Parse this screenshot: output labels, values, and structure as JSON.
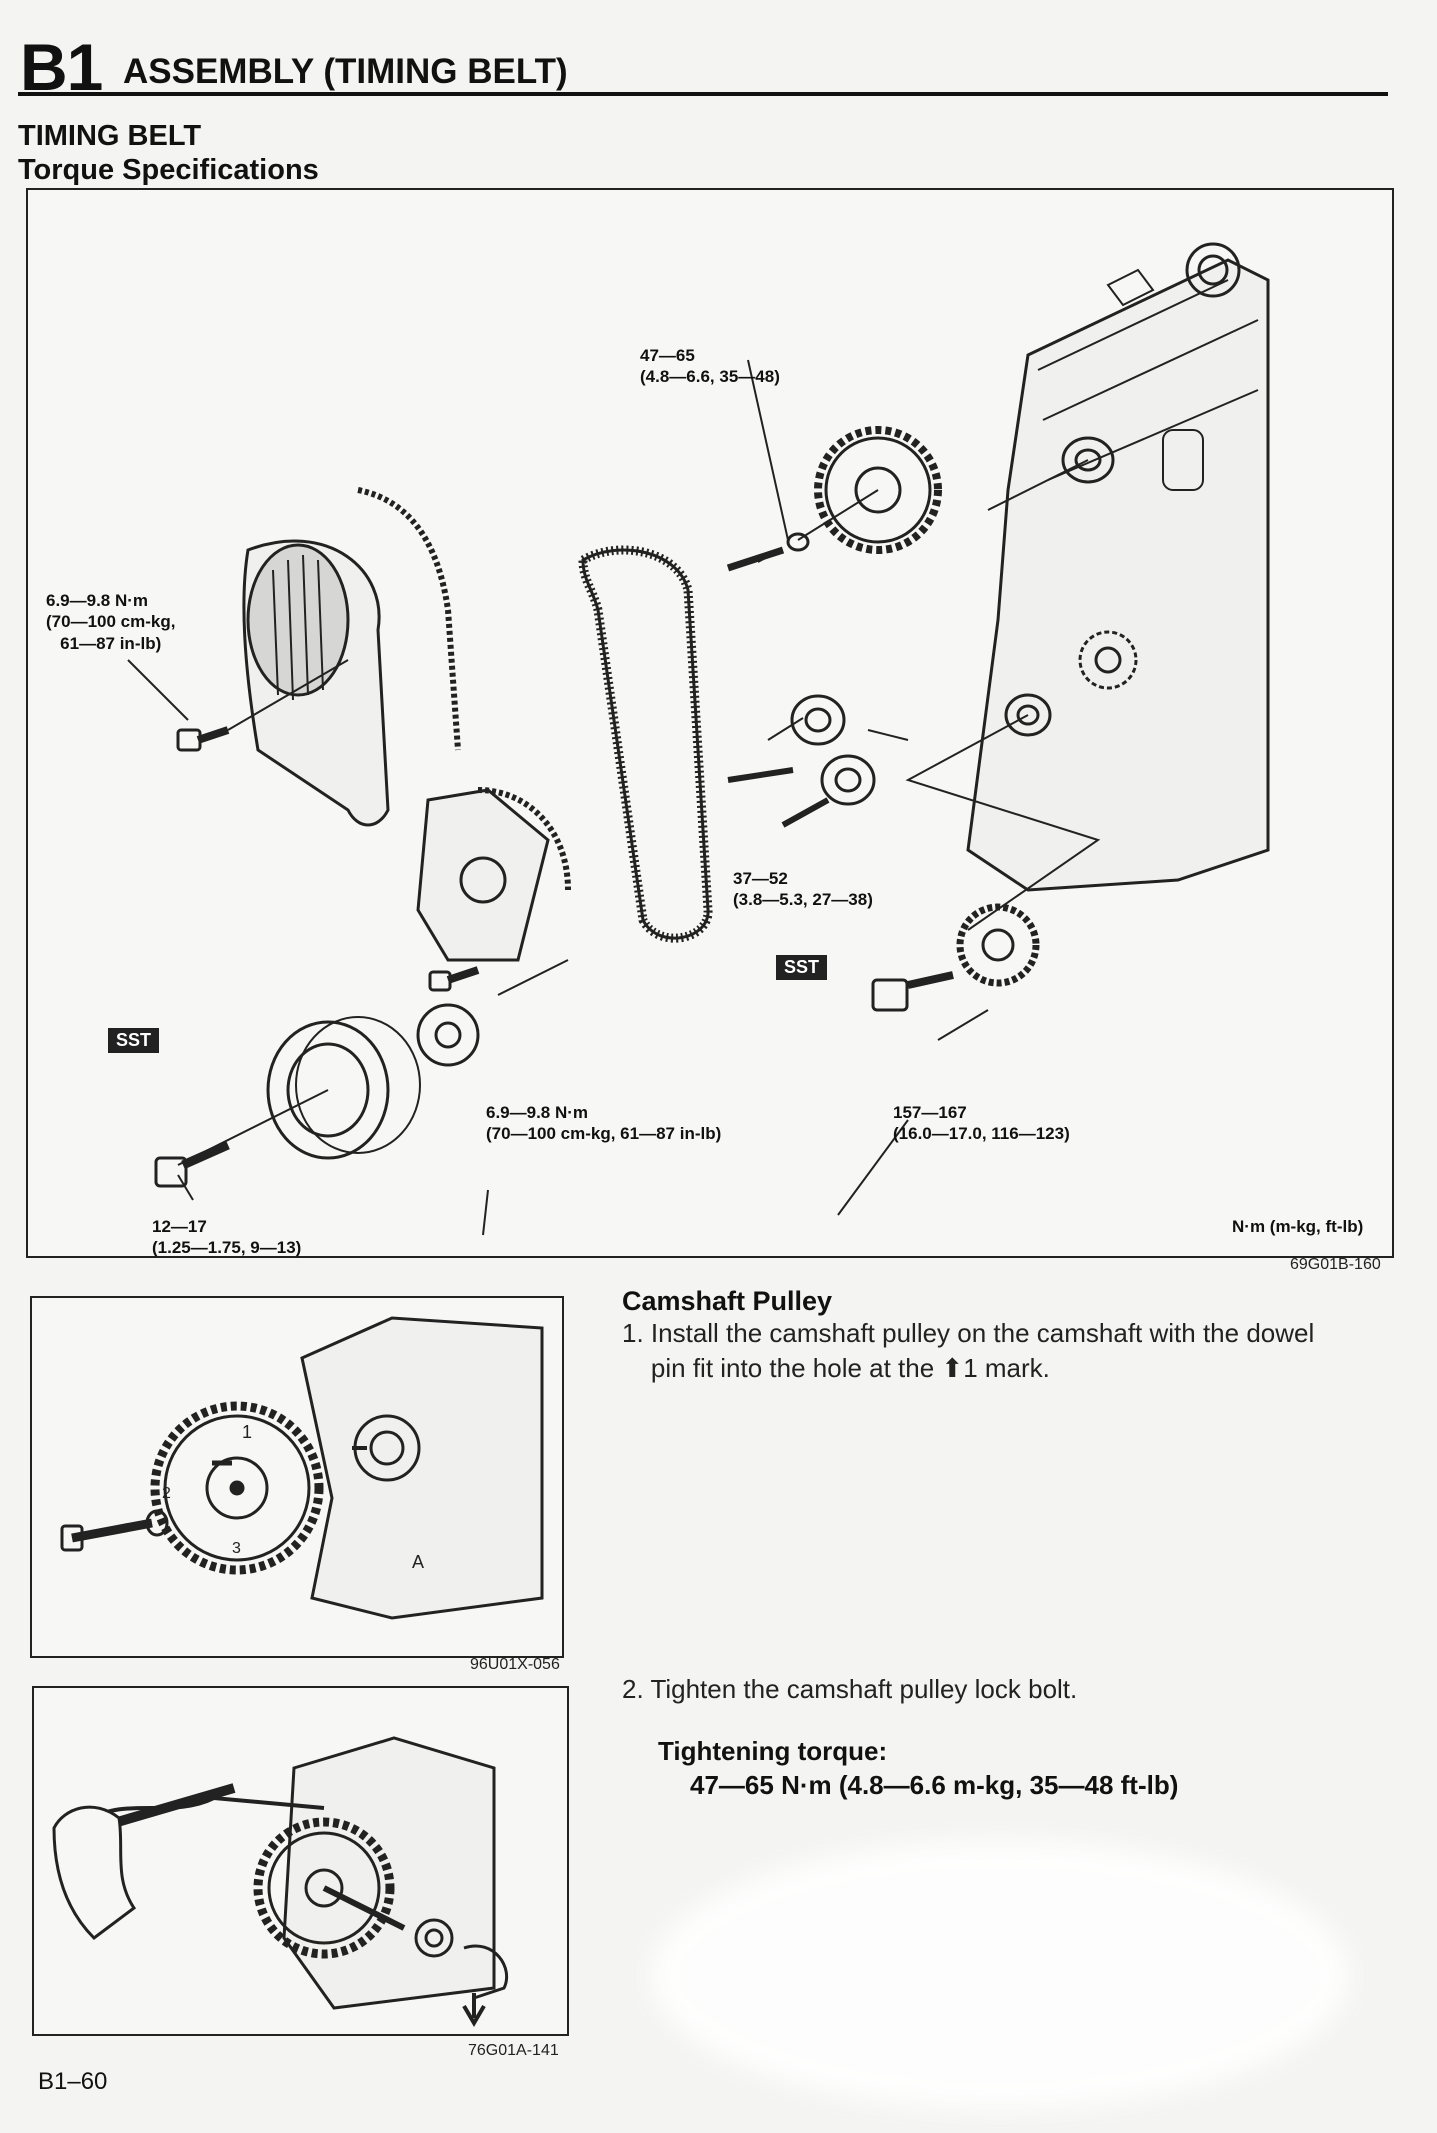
{
  "header": {
    "section_code": "B1",
    "section_title": "ASSEMBLY (TIMING BELT)",
    "subtitle1": "TIMING BELT",
    "subtitle2": "Torque Specifications"
  },
  "main_figure": {
    "callouts": {
      "cam_bolt": "47—65\n(4.8—6.6, 35—48)",
      "upper_cover_bolt": "6.9—9.8 N·m\n(70—100 cm-kg,\n   61—87 in-lb)",
      "tensioner_bolts": "37—52\n(3.8—5.3, 27—38)",
      "lower_cover_bolt": "6.9—9.8 N·m\n(70—100 cm-kg, 61—87 in-lb)",
      "crank_bolt": "157—167\n(16.0—17.0, 116—123)",
      "pulley_bolt": "12—17\n(1.25—1.75, 9—13)",
      "units": "N·m (m-kg, ft-lb)"
    },
    "sst_label_1": "SST",
    "sst_label_2": "SST",
    "figure_code": "69G01B-160"
  },
  "fig1": {
    "figure_code": "96U01X-056"
  },
  "fig2": {
    "figure_code": "76G01A-141"
  },
  "camshaft_section": {
    "heading": "Camshaft Pulley",
    "step1_text": "1. Install the camshaft pulley on the camshaft with the dowel\n    pin fit into the hole at the ⬆1 mark.",
    "step2_text": "2. Tighten the camshaft pulley lock bolt.",
    "torque_label": "Tightening torque:",
    "torque_value": "47—65 N·m (4.8—6.6 m-kg, 35—48 ft-lb)"
  },
  "footer": {
    "page_number": "B1–60"
  }
}
